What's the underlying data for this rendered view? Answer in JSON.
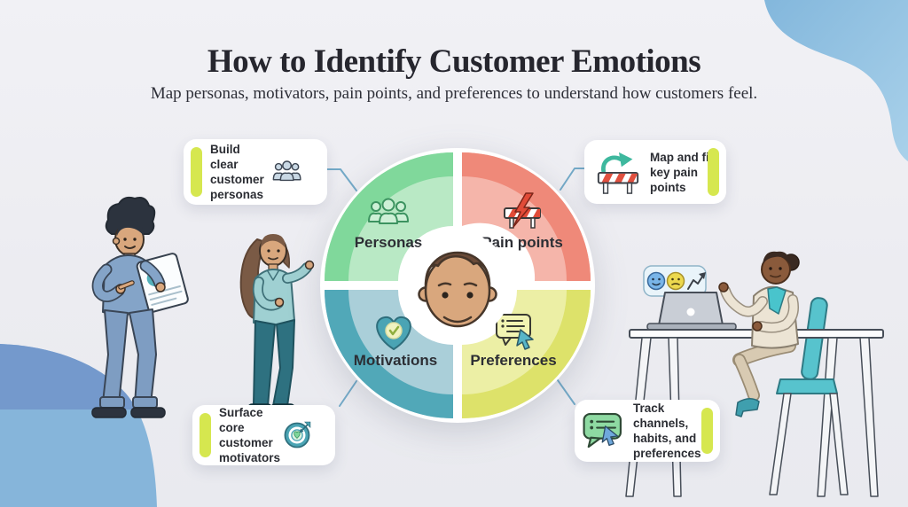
{
  "header": {
    "title": "How to Identify Customer Emotions",
    "subtitle": "Map personas, motivators, pain points, and preferences to understand how customers feel."
  },
  "wheel": {
    "quadrants": [
      {
        "label": "Personas",
        "icon": "people-icon",
        "outer_color": "#80d89b",
        "inner_color": "#b9e9c5"
      },
      {
        "label": "Pain points",
        "icon": "roadblock-lightning-icon",
        "outer_color": "#ef8979",
        "inner_color": "#f5b5aa"
      },
      {
        "label": "Motivations",
        "icon": "heart-check-icon",
        "outer_color": "#51a8b8",
        "inner_color": "#aacfd9"
      },
      {
        "label": "Preferences",
        "icon": "chat-list-cursor-icon",
        "outer_color": "#dde26a",
        "inner_color": "#ecefa5"
      }
    ],
    "center": {
      "icon": "customer-face-icon"
    }
  },
  "callouts": [
    {
      "text": "Build clear customer personas",
      "icon": "people-group-icon",
      "accent_side": "left"
    },
    {
      "text": "Map and fix key pain points",
      "icon": "barrier-arrow-icon",
      "accent_side": "right"
    },
    {
      "text": "Surface core customer motivators",
      "icon": "target-heart-icon",
      "accent_side": "left"
    },
    {
      "text": "Track channels, habits, and preferences",
      "icon": "chat-cursor-icon",
      "accent_side": "right"
    }
  ],
  "illustrations": [
    {
      "name": "man-with-tablet"
    },
    {
      "name": "woman-presenting"
    },
    {
      "name": "woman-at-desk-with-laptop"
    }
  ],
  "colors": {
    "background": "#eeeff3",
    "accent_lime": "#d6e74f",
    "connector_blue": "#74aac8",
    "blob_blue_light": "#86b5da",
    "blob_blue_dark": "#7499cc",
    "title_text": "#26262e"
  }
}
